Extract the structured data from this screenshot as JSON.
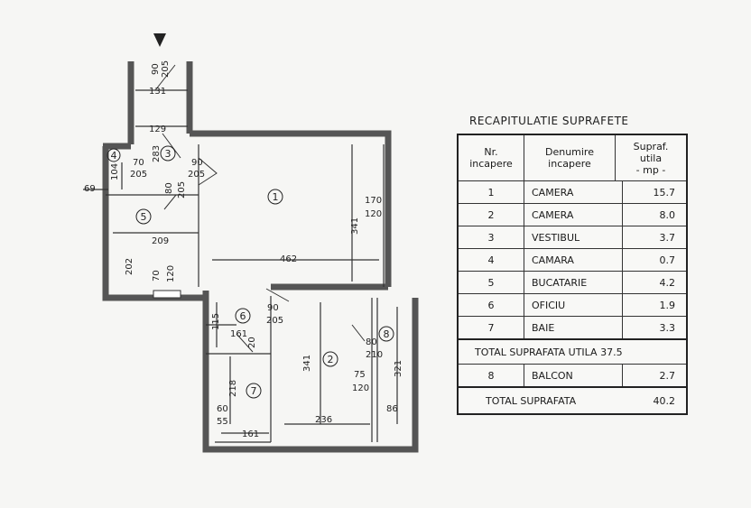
{
  "plan": {
    "rooms": [
      {
        "num": "1"
      },
      {
        "num": "2"
      },
      {
        "num": "3"
      },
      {
        "num": "4"
      },
      {
        "num": "5"
      },
      {
        "num": "6"
      },
      {
        "num": "7"
      },
      {
        "num": "8"
      }
    ],
    "dims": {
      "d90_205_top": "90",
      "d205_top": "205",
      "d131": "131",
      "d129": "129",
      "d283": "283",
      "d70a": "70",
      "d205a": "205",
      "d104": "104",
      "d90b": "90",
      "d205b": "205",
      "d80": "80",
      "d205c": "205",
      "d69": "69",
      "d209": "209",
      "d202": "202",
      "d70b": "70",
      "d120a": "120",
      "d462": "462",
      "d341a": "341",
      "d170": "170",
      "d120b": "120",
      "d90c": "90",
      "d205d": "205",
      "d115": "115",
      "d161a": "161",
      "d20": "20",
      "d218": "218",
      "d60": "60",
      "d55": "55",
      "d161b": "161",
      "d341b": "341",
      "d236": "236",
      "d80b": "80",
      "d210": "210",
      "d75": "75",
      "d120c": "120",
      "d321": "321",
      "d86": "86"
    }
  },
  "recap": {
    "title": "RECAPITULATIE SUPRAFETE",
    "headers": [
      "Nr.\nincapere",
      "Denumire\nincapere",
      "Supraf.\nutila\n- mp -"
    ],
    "rows": [
      {
        "nr": "1",
        "name": "CAMERA",
        "area": "15.7"
      },
      {
        "nr": "2",
        "name": "CAMERA",
        "area": "8.0"
      },
      {
        "nr": "3",
        "name": "VESTIBUL",
        "area": "3.7"
      },
      {
        "nr": "4",
        "name": "CAMARA",
        "area": "0.7"
      },
      {
        "nr": "5",
        "name": "BUCATARIE",
        "area": "4.2"
      },
      {
        "nr": "6",
        "name": "OFICIU",
        "area": "1.9"
      },
      {
        "nr": "7",
        "name": "BAIE",
        "area": "3.3"
      }
    ],
    "total_util": "TOTAL SUPRAFATA UTILA 37.5",
    "balcon": {
      "nr": "8",
      "name": "BALCON",
      "area": "2.7"
    },
    "total_label": "TOTAL SUPRAFATA",
    "total_value": "40.2"
  }
}
